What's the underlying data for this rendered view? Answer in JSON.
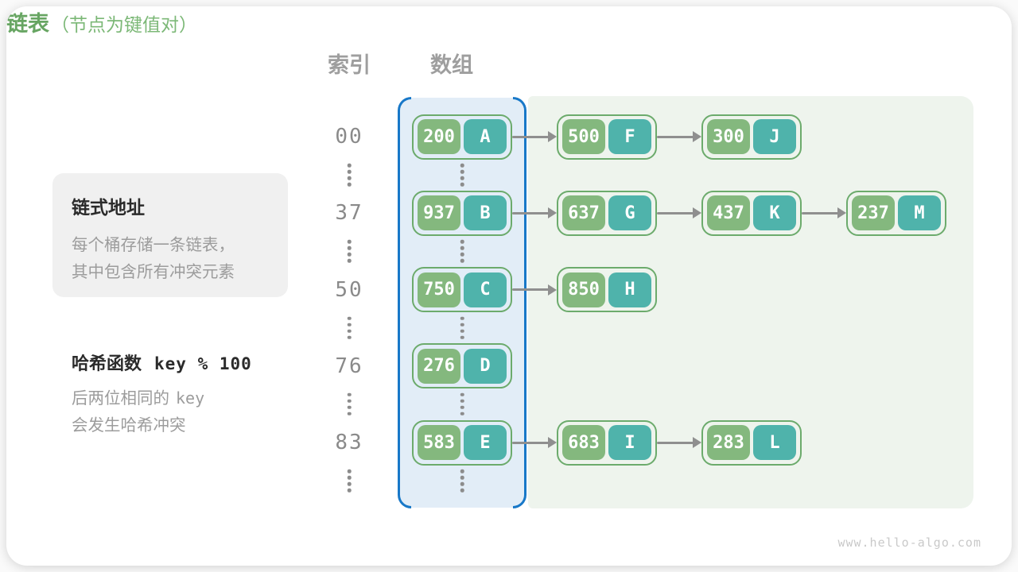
{
  "header": {
    "index_label": "索引",
    "array_label": "数组",
    "list_label": "链表",
    "list_note": "（节点为键值对）"
  },
  "sidebar": {
    "chaining": {
      "title": "链式地址",
      "line1": "每个桶存储一条链表，",
      "line2": "其中包含所有冲突元素"
    },
    "hash": {
      "title_prefix": "哈希函数",
      "title_code": "key % 100",
      "line1_text": "后两位相同的",
      "line1_code": "key",
      "line2": "会发生哈希冲突"
    }
  },
  "rows": [
    {
      "index": "00",
      "array": {
        "key": "200",
        "value": "A"
      },
      "chain": [
        {
          "key": "500",
          "value": "F"
        },
        {
          "key": "300",
          "value": "J"
        }
      ]
    },
    {
      "index": "37",
      "array": {
        "key": "937",
        "value": "B"
      },
      "chain": [
        {
          "key": "637",
          "value": "G"
        },
        {
          "key": "437",
          "value": "K"
        },
        {
          "key": "237",
          "value": "M"
        }
      ]
    },
    {
      "index": "50",
      "array": {
        "key": "750",
        "value": "C"
      },
      "chain": [
        {
          "key": "850",
          "value": "H"
        }
      ]
    },
    {
      "index": "76",
      "array": {
        "key": "276",
        "value": "D"
      },
      "chain": []
    },
    {
      "index": "83",
      "array": {
        "key": "583",
        "value": "E"
      },
      "chain": [
        {
          "key": "683",
          "value": "I"
        },
        {
          "key": "283",
          "value": "L"
        }
      ]
    }
  ],
  "watermark": "www.hello-algo.com",
  "colors": {
    "key_green": "#84b87e",
    "value_teal": "#4fb3ab",
    "node_border_green": "#6cab6c",
    "array_panel_fill": "#e2edf7",
    "array_bracket_blue": "#1878c8",
    "list_panel_fill": "#eef4ed",
    "header_gray": "#9e9e9e",
    "header_green": "#67a562",
    "arrow_gray": "#8f8f8f",
    "index_gray": "#8a8a8a",
    "info_box_fill": "#f0f0f0"
  }
}
